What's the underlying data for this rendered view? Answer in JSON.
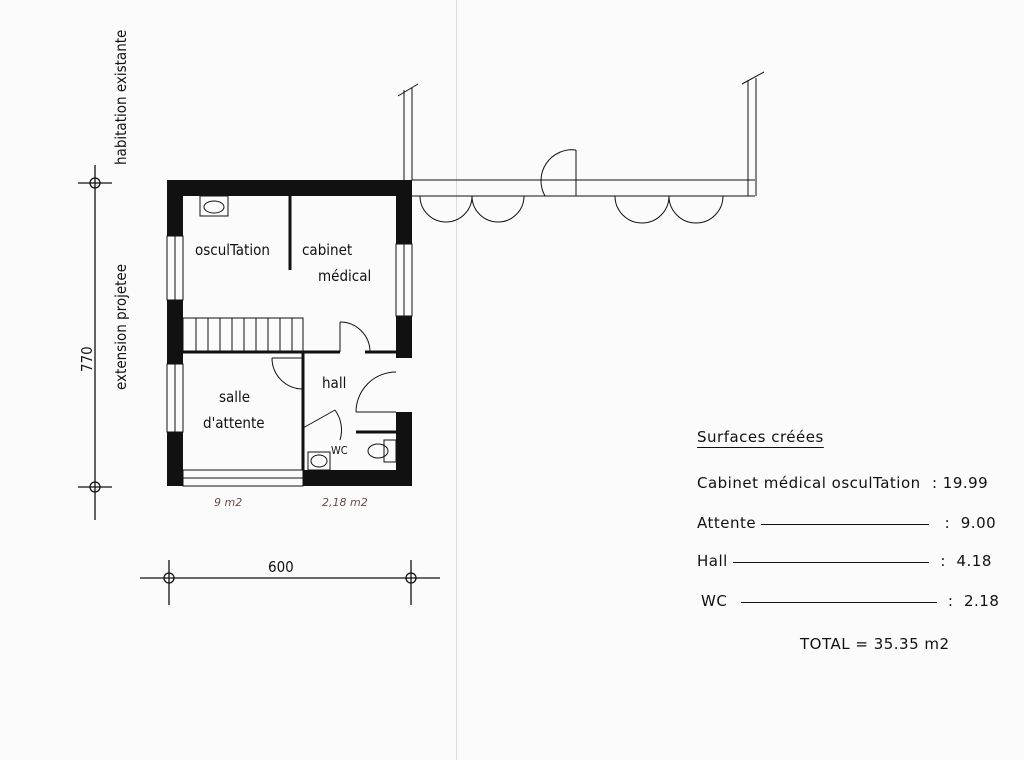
{
  "plan": {
    "existing_label": "habitation existante",
    "extension_label": "extension projetee",
    "height_dim": "770",
    "width_dim": "600",
    "rooms": {
      "oscultation": "osculTation",
      "cabinet_line1": "cabinet",
      "cabinet_line2": "médical",
      "salle_line1": "salle",
      "salle_line2": "d'attente",
      "hall": "hall",
      "wc": "WC"
    },
    "handwritten_area_1": "9 m2",
    "handwritten_area_2": "2,18 m2"
  },
  "summary": {
    "title": "Surfaces créées",
    "rows": [
      {
        "label": "Cabinet médical  osculTation",
        "value": "19.99"
      },
      {
        "label": "Attente",
        "value": "9.00"
      },
      {
        "label": "Hall",
        "value": "4.18"
      },
      {
        "label": "WC",
        "value": "2.18"
      }
    ],
    "total": "TOTAL =  35.35 m2"
  }
}
